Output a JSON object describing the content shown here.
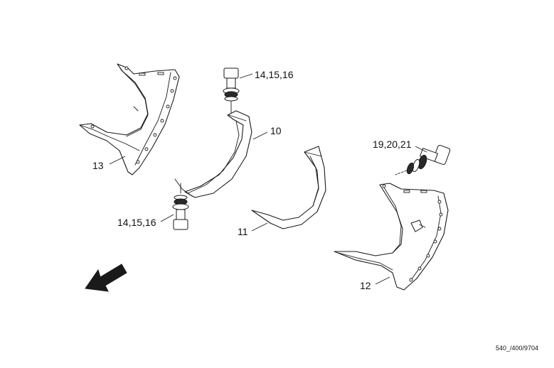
{
  "diagram": {
    "callouts": {
      "part_13": "13",
      "part_10": "10",
      "part_11": "11",
      "part_12": "12",
      "fastener_upper": "14,15,16",
      "fastener_lower": "14,15,16",
      "fastener_right": "19,20,21"
    },
    "reference_code": "540_/400/9704",
    "icons": {
      "direction_arrow": "direction-arrow-icon"
    }
  }
}
